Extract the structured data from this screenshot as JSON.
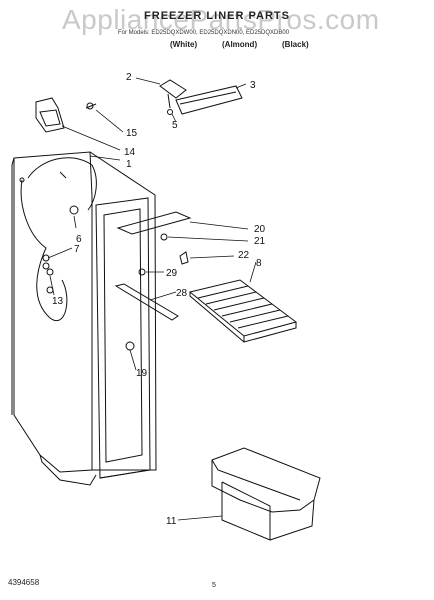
{
  "watermark": "AppliancePartsPros.com",
  "title": "FREEZER LINER PARTS",
  "subtitle": "For Models: ED25DQXDW00, ED25DQXDN00, ED25DQXDB00",
  "columns": [
    "(White)",
    "(Almond)",
    "(Black)"
  ],
  "callouts": [
    "1",
    "2",
    "3",
    "5",
    "6",
    "7",
    "8",
    "11",
    "13",
    "14",
    "15",
    "19",
    "20",
    "21",
    "22",
    "28",
    "29"
  ],
  "footer": {
    "doc_number": "4394658",
    "page": "5"
  }
}
